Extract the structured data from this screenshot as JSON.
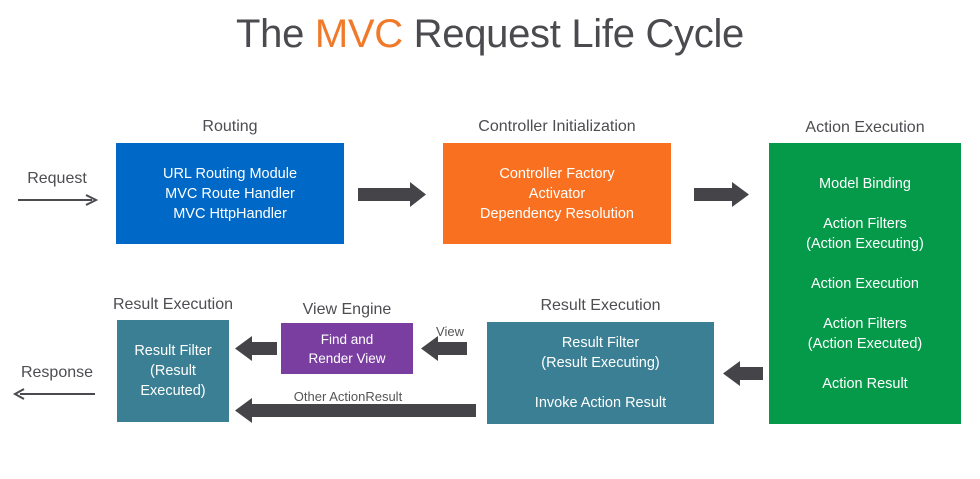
{
  "title": {
    "prefix": "The ",
    "accent": "MVC",
    "suffix": " Request Life Cycle",
    "accent_color": "#f07a2a"
  },
  "io": {
    "request": "Request",
    "response": "Response"
  },
  "stages": {
    "routing": {
      "heading": "Routing",
      "color": "#0069c8",
      "lines": [
        "URL Routing Module",
        "MVC Route Handler",
        "MVC HttpHandler"
      ]
    },
    "controller_init": {
      "heading": "Controller Initialization",
      "color": "#f97120",
      "lines": [
        "Controller Factory",
        "Activator",
        "Dependency Resolution"
      ]
    },
    "action_execution": {
      "heading": "Action Execution",
      "color": "#05994a",
      "items": [
        "Model Binding",
        "Action Filters",
        "(Action Executing)",
        "Action Execution",
        "Action Filters",
        "(Action Executed)",
        "Action Result"
      ]
    },
    "result_execution_right": {
      "heading": "Result Execution",
      "color": "#3a7f94",
      "lines": [
        "Result Filter",
        "(Result Executing)",
        "Invoke Action Result"
      ]
    },
    "view_engine": {
      "heading": "View Engine",
      "color": "#7a3ea1",
      "lines": [
        "Find and",
        "Render View"
      ]
    },
    "result_execution_left": {
      "heading": "Result Execution",
      "color": "#3a7f94",
      "lines": [
        "Result Filter",
        "(Result",
        "Executed)"
      ]
    }
  },
  "edge_labels": {
    "view": "View",
    "other_action_result": "Other ActionResult"
  }
}
